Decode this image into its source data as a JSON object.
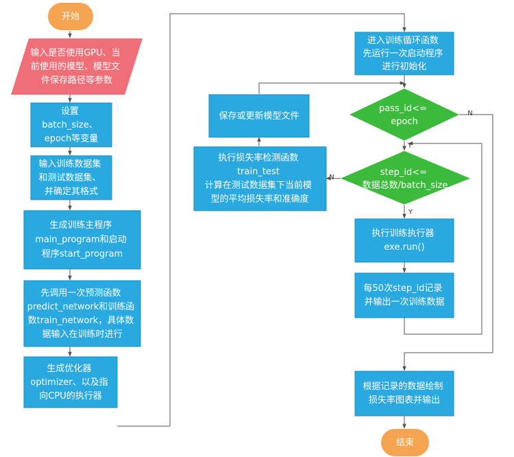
{
  "colors": {
    "process": "#29a9e0",
    "process_border": "#1a8cc0",
    "terminal": "#f5a451",
    "io": "#ef6e77",
    "decision": "#3bba3b",
    "line": "#555555"
  },
  "nodes": {
    "start": {
      "lines": [
        "开始"
      ]
    },
    "input": {
      "lines": [
        "输入是否使用GPU、当",
        "前使用的模型、模型文",
        "件保存路径等参数"
      ]
    },
    "set": {
      "lines": [
        "设置",
        "batch_size、",
        "epoch等变量"
      ]
    },
    "data": {
      "lines": [
        "输入训练数据集",
        "和测试数据集、",
        "并确定其格式"
      ]
    },
    "gen": {
      "lines": [
        "生成训练主程序",
        "main_program和启动",
        "程序start_program"
      ]
    },
    "predict": {
      "lines": [
        "先调用一次预测函数",
        "predict_network和训练函",
        "数train_network，具体数",
        "据输入在训练时进行"
      ]
    },
    "opt": {
      "lines": [
        "生成优化器",
        "optimizer、以及指",
        "向CPU的执行器"
      ]
    },
    "loop": {
      "lines": [
        "进入训练循环函数",
        "先运行一次启动程序",
        "进行初始化"
      ]
    },
    "pass": {
      "lines": [
        "pass_id<=",
        "epoch"
      ]
    },
    "step": {
      "lines": [
        "step_id<=",
        "数据总数/batch_size"
      ]
    },
    "exe": {
      "lines": [
        "执行训练执行器",
        "exe.run()"
      ]
    },
    "rec": {
      "lines": [
        "每50次step_id记录",
        "并输出一次训练数据"
      ]
    },
    "save": {
      "lines": [
        "保存或更新模型文件"
      ]
    },
    "test": {
      "lines": [
        "执行损失率检测函数",
        "train_test",
        "计算在测试数据集下当前模",
        "型的平均损失率和准确度"
      ]
    },
    "plot": {
      "lines": [
        "根据记录的数据绘制",
        "损失率图表并输出"
      ]
    },
    "end": {
      "lines": [
        "结束"
      ]
    }
  },
  "edge_labels": {
    "pass_no": "N",
    "pass_yes": "Y",
    "step_no": "N",
    "step_yes": "Y"
  }
}
